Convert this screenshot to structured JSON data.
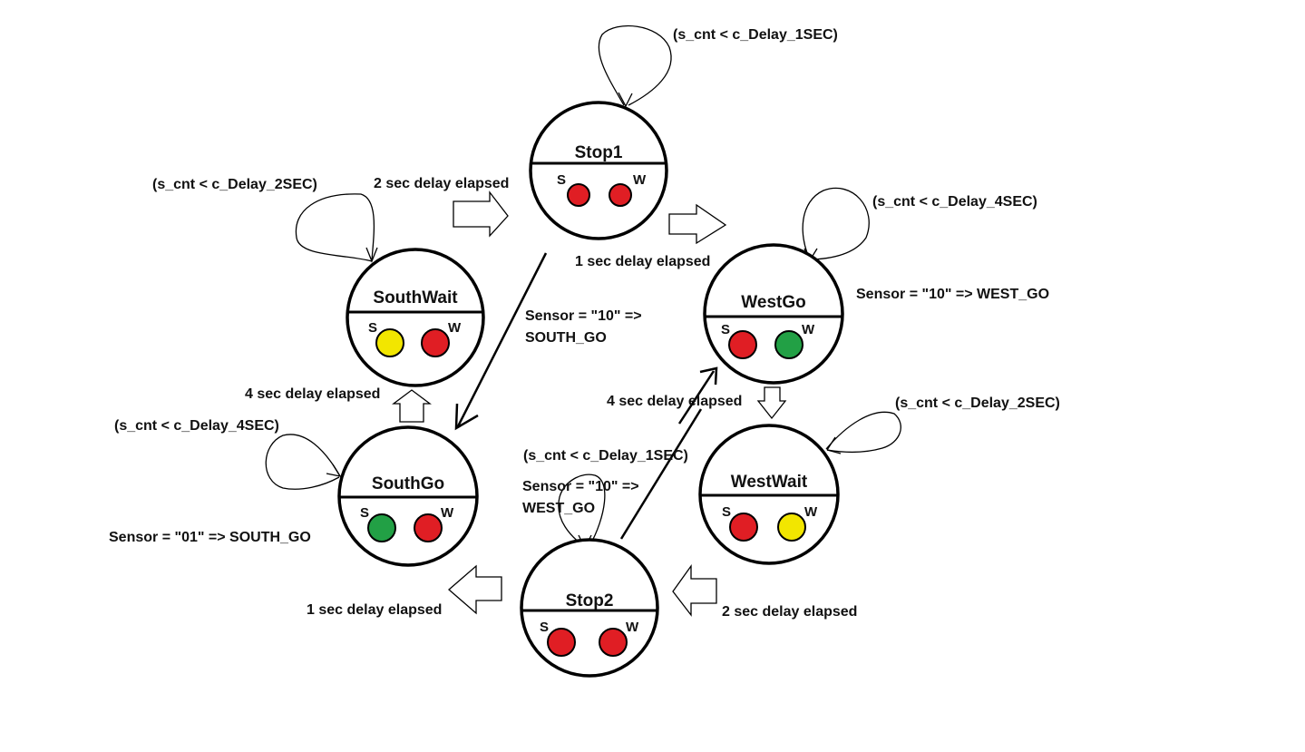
{
  "colors": {
    "red": "#e01e24",
    "yellow": "#f2e600",
    "green": "#22a045"
  },
  "states": {
    "stop1": {
      "name": "Stop1",
      "s_label": "S",
      "w_label": "W",
      "s_light": "red",
      "w_light": "red"
    },
    "southwait": {
      "name": "SouthWait",
      "s_label": "S",
      "w_label": "W",
      "s_light": "yellow",
      "w_light": "red"
    },
    "westgo": {
      "name": "WestGo",
      "s_label": "S",
      "w_label": "W",
      "s_light": "red",
      "w_light": "green"
    },
    "southgo": {
      "name": "SouthGo",
      "s_label": "S",
      "w_label": "W",
      "s_light": "green",
      "w_light": "red"
    },
    "westwait": {
      "name": "WestWait",
      "s_label": "S",
      "w_label": "W",
      "s_light": "red",
      "w_light": "yellow"
    },
    "stop2": {
      "name": "Stop2",
      "s_label": "S",
      "w_label": "W",
      "s_light": "red",
      "w_light": "red"
    }
  },
  "labels": {
    "stop1_self": "(s_cnt < c_Delay_1SEC)",
    "southwait_self": "(s_cnt < c_Delay_2SEC)",
    "westgo_self": "(s_cnt < c_Delay_4SEC)",
    "southgo_self": "(s_cnt < c_Delay_4SEC)",
    "westwait_self": "(s_cnt < c_Delay_2SEC)",
    "stop2_self": "(s_cnt < c_Delay_1SEC)",
    "southwait_to_stop1": "2 sec delay elapsed",
    "stop1_to_westgo": "1 sec delay elapsed",
    "southgo_to_southwait": "4 sec delay elapsed",
    "westgo_to_westwait": "4 sec delay elapsed",
    "westwait_to_stop2": "2 sec delay elapsed",
    "stop2_to_southgo": "1 sec delay elapsed",
    "stop1_sensor_line1": "Sensor = \"10\" =>",
    "stop1_sensor_line2": "SOUTH_GO",
    "stop2_sensor_line1": "Sensor = \"10\" =>",
    "stop2_sensor_line2": "WEST_GO",
    "westgo_sensor": "Sensor = \"10\" => WEST_GO",
    "southgo_sensor": "Sensor = \"01\" => SOUTH_GO"
  }
}
